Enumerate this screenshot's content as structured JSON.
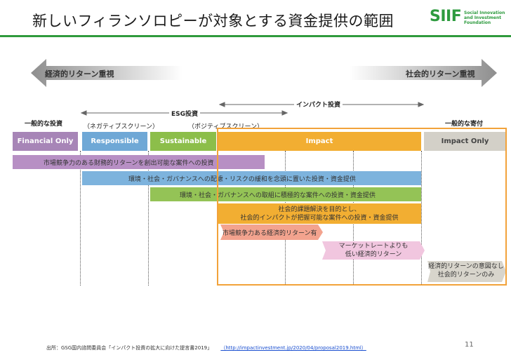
{
  "header": {
    "title": "新しいフィランソロピーが対象とする資金提供の範囲",
    "logo_word": "SIIF",
    "logo_sub": [
      "Social Innovation",
      "and Investment",
      "Foundation"
    ]
  },
  "spectrum": {
    "left_arrow_label": "経済的リターン重視",
    "right_arrow_label": "社会的リターン重視"
  },
  "ranges": {
    "impact_investment": "インパクト投資",
    "esg_investment": "ESG投資",
    "negative_screening": "（ネガティブスクリーン）",
    "positive_screening": "（ポジティブスクリーン）",
    "general_investment": "一般的な投資",
    "general_donation": "一般的な寄付"
  },
  "categories": {
    "financial_only": "Financial Only",
    "responsible": "Responsible",
    "sustainable": "Sustainable",
    "impact": "Impact",
    "impact_only": "Impact Only"
  },
  "bars": {
    "b1": "市場競争力のある財務的リターンを創出可能な案件への投資",
    "b2": "環境・社会・ガバナンスへの配慮・リスクの緩和を念頭に置いた投資・資金提供",
    "b3": "環境・社会・ガバナンスへの取組に積極的な案件への投資・資金提供",
    "b4_line1": "社会的課題解決を目的とし、",
    "b4_line2": "社会的インパクトが把握可能な案件への投資・資金提供",
    "b5": "市場競争力ある経済的リターン有",
    "b6_line1": "マーケットレートよりも",
    "b6_line2": "低い経済的リターン",
    "b7_line1": "経済的リターンの意図なし",
    "b7_line2": "社会的リターンのみ"
  },
  "footer": {
    "source": "出所：GSG国内諮問委員会「インパクト投資の拡大に向けた提言書2019」",
    "link": "（http://impactinvestment.jp/2020/04/proposal2019.html）",
    "page_number": "11"
  },
  "colors": {
    "financial_only": "#a785b7",
    "responsible": "#6fa8d6",
    "sustainable": "#8cbe4a",
    "impact": "#f2ae32",
    "impact_only": "#d3d0c8",
    "highlight_frame": "#f2a23a",
    "brand_green": "#2e9b3f"
  }
}
